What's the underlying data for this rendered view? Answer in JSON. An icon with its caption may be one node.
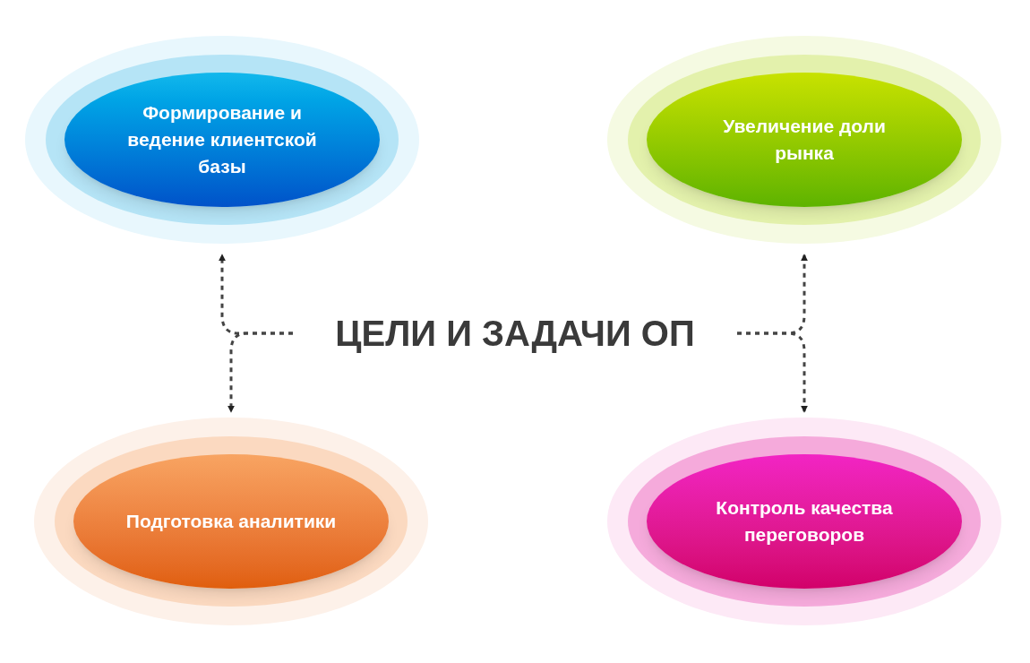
{
  "diagram": {
    "nodes": [
      {
        "text": [
          "ЦЕЛИ И ЗАДАЧИ ОП"
        ]
      },
      {
        "text": [
          "Формирование и ведение клиентской базы"
        ]
      },
      {
        "text": [
          "Увеличение доли рынка"
        ]
      },
      {
        "text": [
          "Подготовка аналитики"
        ]
      },
      {
        "text": [
          "Контроль качества переговоров"
        ]
      }
    ],
    "edges": [
      {
        "from": 0,
        "to": 1,
        "arrow": "to",
        "style": "dashed"
      },
      {
        "from": 0,
        "to": 3,
        "arrow": "to",
        "style": "dashed"
      },
      {
        "from": 0,
        "to": 2,
        "arrow": "to",
        "style": "dashed"
      },
      {
        "from": 0,
        "to": 4,
        "arrow": "to",
        "style": "dashed"
      }
    ]
  }
}
